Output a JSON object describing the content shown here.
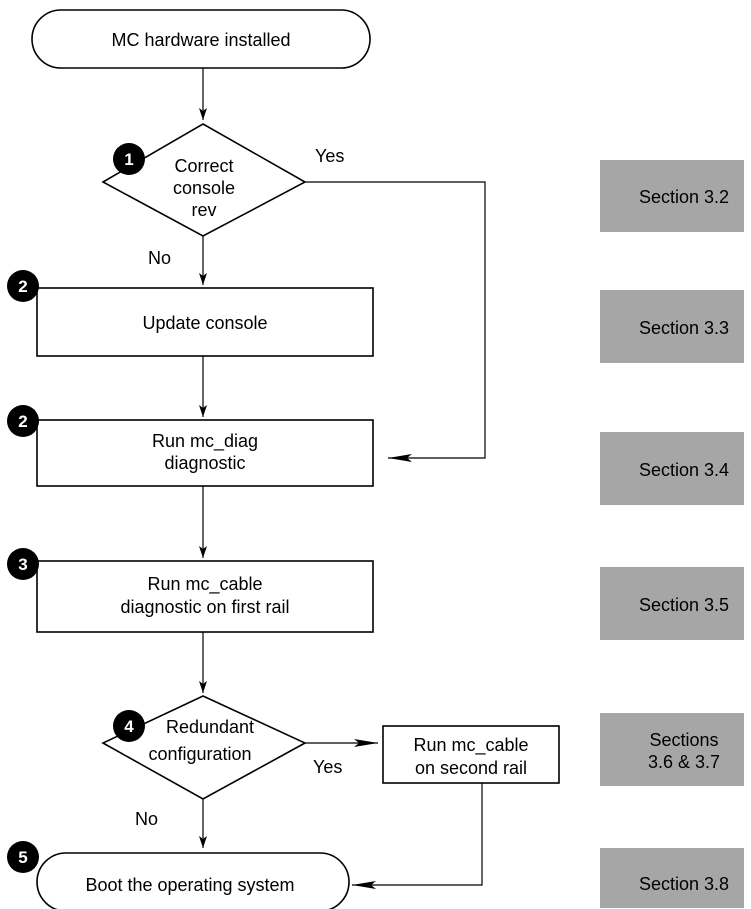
{
  "flowchart": {
    "start": "MC hardware installed",
    "decision_console_rev": [
      "Correct",
      "console",
      "rev"
    ],
    "update_console": "Update console",
    "run_mc_diag": [
      "Run mc_diag",
      "diagnostic"
    ],
    "run_mc_cable_first": [
      "Run mc_cable",
      "diagnostic on first rail"
    ],
    "decision_redundant": [
      "Redundant",
      "configuration"
    ],
    "run_mc_cable_second": [
      "Run mc_cable",
      "on second rail"
    ],
    "end": "Boot the operating system",
    "yes_label_1": "Yes",
    "no_label_1": "No",
    "yes_label_2": "Yes",
    "no_label_2": "No"
  },
  "badges": {
    "b_console_rev": "1",
    "b_update_console": "2",
    "b_run_mc_diag": "2",
    "b_run_mc_cable": "3",
    "b_redundant": "4",
    "b_boot": "5"
  },
  "sections": {
    "s1": [
      "Section 3.2"
    ],
    "s2": [
      "Section 3.3"
    ],
    "s3": [
      "Section 3.4"
    ],
    "s4": [
      "Section 3.5"
    ],
    "s5": [
      "Sections",
      "3.6 & 3.7"
    ],
    "s6": [
      "Section 3.8"
    ]
  },
  "colors": {
    "section_box_fill": "#a6a6a6",
    "badge_fill": "#000000",
    "line": "#000000"
  }
}
